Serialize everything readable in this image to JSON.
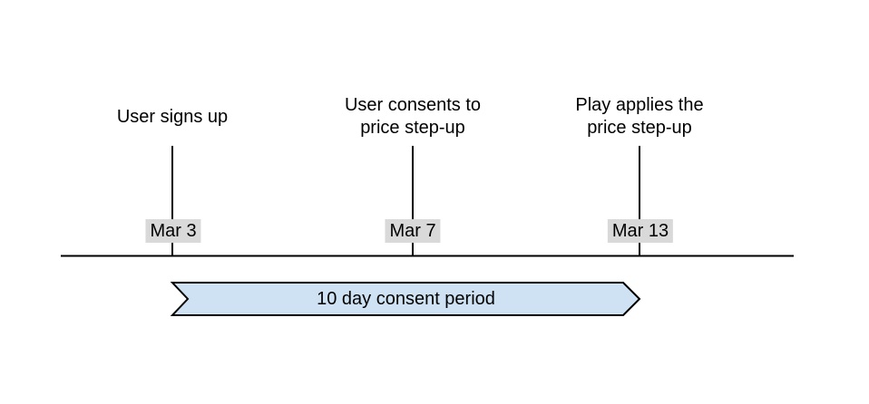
{
  "diagram": {
    "background": "#ffffff",
    "line_color": "#000000",
    "text_color": "#000000",
    "date_chip_bg": "#d9d9d9",
    "events": [
      {
        "title_lines": [
          "User signs up"
        ],
        "date": "Mar 3"
      },
      {
        "title_lines": [
          "User consents to",
          "price step-up"
        ],
        "date": "Mar 7"
      },
      {
        "title_lines": [
          "Play applies the",
          "price step-up"
        ],
        "date": "Mar 13"
      }
    ],
    "period_band": {
      "label": "10 day consent period",
      "fill": "#cfe2f3",
      "stroke": "#000000"
    }
  }
}
